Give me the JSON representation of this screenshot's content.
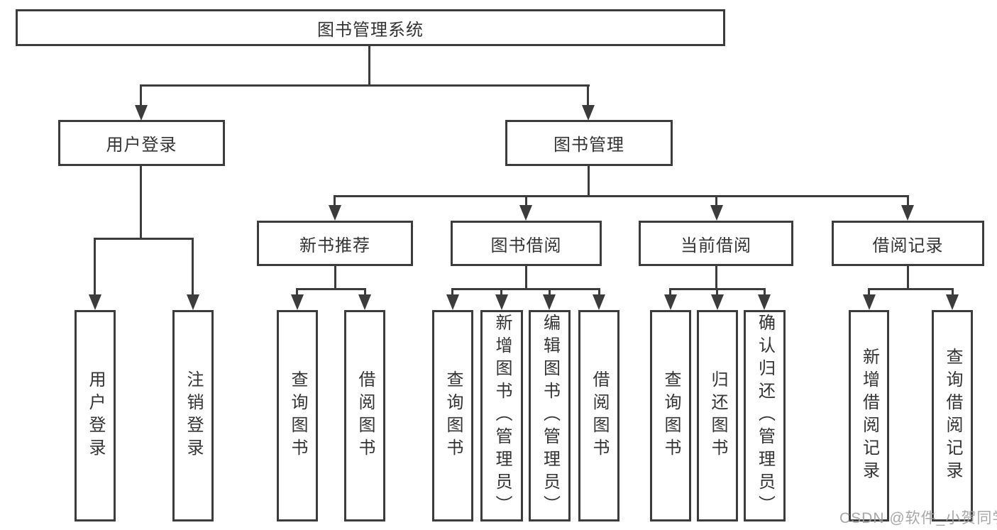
{
  "diagram": {
    "title": "图书管理系统",
    "branches": [
      {
        "label": "用户登录",
        "leaves": [
          "用户登录",
          "注销登录"
        ]
      },
      {
        "label": "图书管理",
        "children": [
          {
            "label": "新书推荐",
            "leaves": [
              "查询图书",
              "借阅图书"
            ]
          },
          {
            "label": "图书借阅",
            "leaves": [
              "查询图书",
              "新增图书（管理员）",
              "编辑图书（管理员）",
              "借阅图书"
            ]
          },
          {
            "label": "当前借阅",
            "leaves": [
              "查询图书",
              "归还图书",
              "确认归还（管理员）"
            ]
          },
          {
            "label": "借阅记录",
            "leaves": [
              "新增借阅记录",
              "查询借阅记录"
            ]
          }
        ]
      }
    ],
    "watermark": "CSDN @软件_小贺同学",
    "colors": {
      "line": "#3c3c3c",
      "text": "#333333",
      "background": "#ffffff",
      "watermark": "#a0a0a0"
    }
  }
}
